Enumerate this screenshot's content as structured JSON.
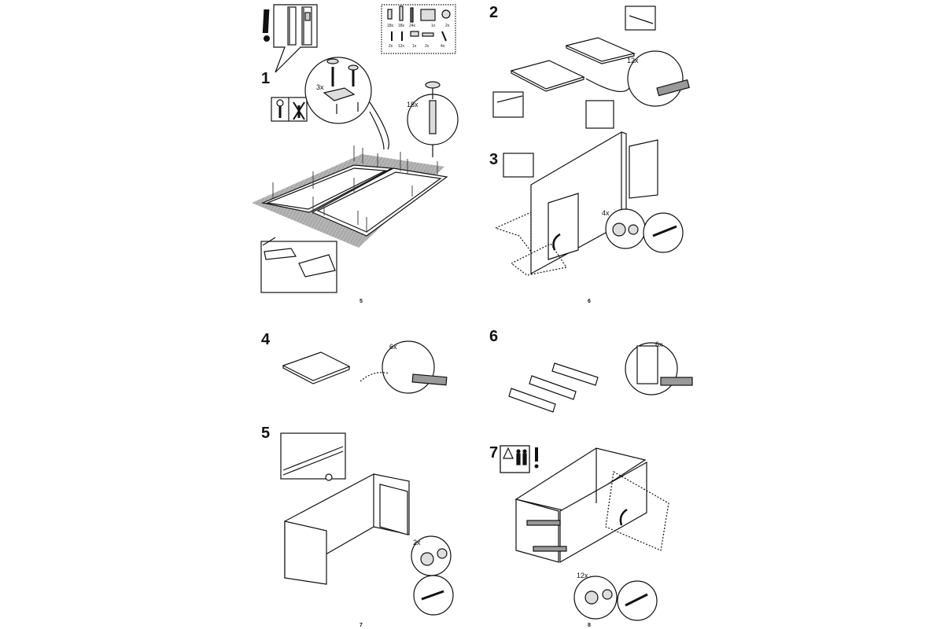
{
  "pages": [
    {
      "number": "5",
      "steps": [
        {
          "label": "1",
          "counts": [
            "3x",
            "18x"
          ]
        }
      ]
    },
    {
      "number": "6",
      "steps": [
        {
          "label": "2",
          "counts": [
            "12x"
          ]
        },
        {
          "label": "3",
          "counts": [
            "4x"
          ]
        }
      ]
    },
    {
      "number": "7",
      "steps": [
        {
          "label": "4",
          "counts": [
            "6x"
          ]
        },
        {
          "label": "5",
          "counts": [
            "2x"
          ]
        }
      ]
    },
    {
      "number": "8",
      "steps": [
        {
          "label": "6",
          "counts": [
            "6x"
          ]
        },
        {
          "label": "7",
          "counts": [
            "12x"
          ]
        }
      ]
    }
  ],
  "warnings": {
    "exclamation": "!"
  },
  "hardware_box": {
    "top_row": [
      "18x",
      "18x",
      "24x",
      "1x",
      "2x"
    ],
    "bottom_row": [
      "2x",
      "12x",
      "1x",
      "2x",
      "4x"
    ]
  },
  "colors": {
    "ink": "#111111",
    "ground": "#9a9a9a",
    "panel_edge": "#333333"
  }
}
